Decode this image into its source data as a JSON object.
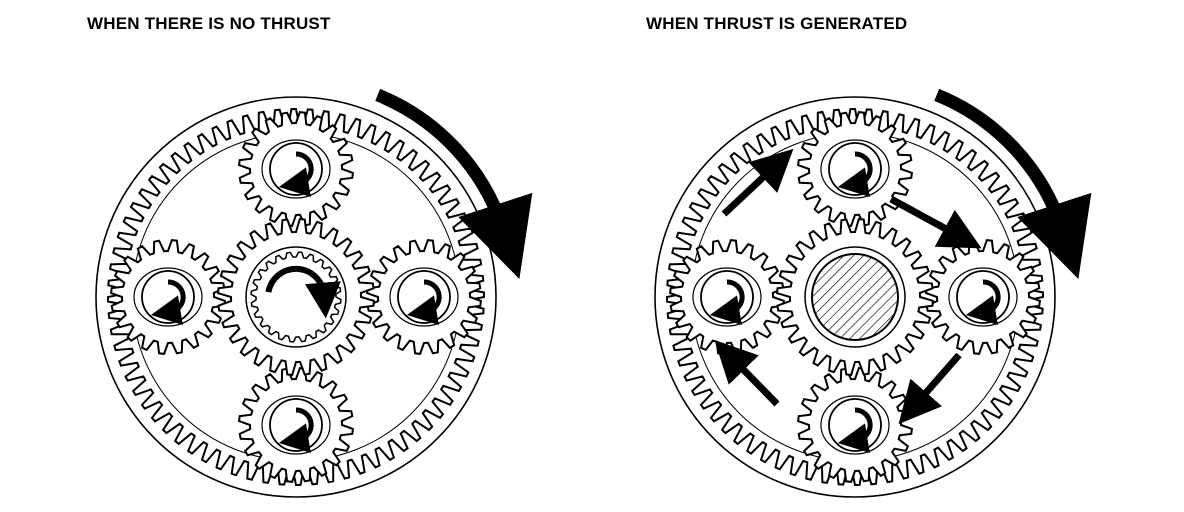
{
  "panels": [
    {
      "title": "WHEN THERE IS NO THRUST",
      "state": "no-thrust",
      "center_sun_gear": "free-rotating",
      "planet_orbit_arrows": false
    },
    {
      "title": "WHEN THRUST IS GENERATED",
      "state": "thrust",
      "center_sun_gear": "locked",
      "planet_orbit_arrows": true
    }
  ],
  "colors": {
    "ink": "#000000",
    "background": "#ffffff"
  },
  "icons": [
    "ring-gear-icon",
    "planet-gear-icon",
    "sun-gear-icon",
    "rotation-arrow-icon",
    "locked-hatch-icon"
  ]
}
